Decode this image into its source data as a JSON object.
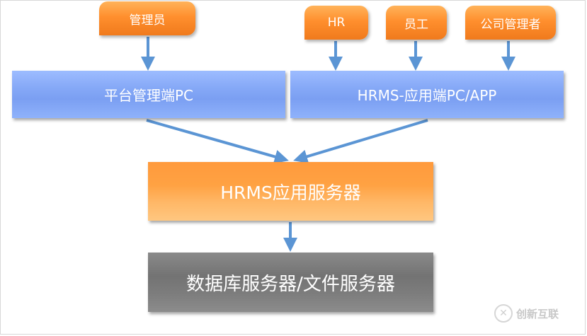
{
  "diagram": {
    "roles": {
      "admin": "管理员",
      "hr": "HR",
      "employee": "员工",
      "company_manager": "公司管理者"
    },
    "clients": {
      "platform_admin_pc": "平台管理端PC",
      "hrms_app": "HRMS-应用端PC/APP"
    },
    "servers": {
      "app_server": "HRMS应用服务器",
      "db_file_server": "数据库服务器/文件服务器"
    }
  },
  "watermark": {
    "text": "创新互联",
    "logo_glyph": "✕"
  },
  "colors": {
    "orange_accent": "#ff8f2e",
    "blue_box": "#86a9f7",
    "gray_box": "#7d7d7d",
    "arrow": "#5b95d4"
  }
}
